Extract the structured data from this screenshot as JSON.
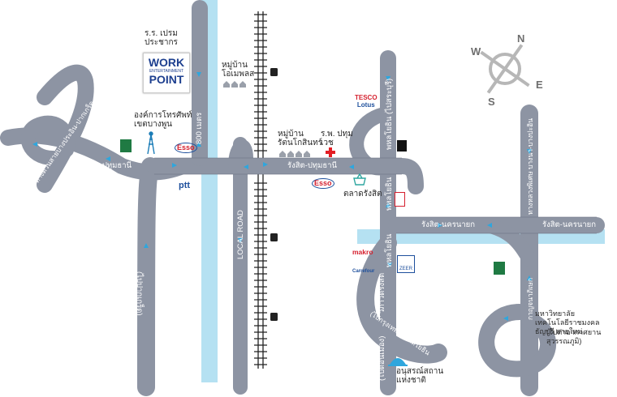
{
  "roads": {
    "rangsit_pathumthani_west": "รังสิต-ปทุมธานี",
    "rangsit_pathumthani_center": "รังสิต-ปทุมธานี",
    "rangsit_nakhonnayok_west": "รังสิต-นครนายก",
    "rangsit_nakhonnayok_east": "รังสิต-นครนายก",
    "outer_ring_vertical": "(ไปปากเกร็ด)",
    "expressway_diag": "ทางด่วนสายบางประอิน-ปากเกร็ด",
    "local_road": "LOCAL ROAD",
    "phahonyothin_north": "พหลโยธิน (ไปสระบุรี)",
    "phahonyothin_mid": "พหลโยธิน",
    "phahonyothin_mid2": "พหลโยธิน",
    "vibhavadi": "วิภาวดีรังสิต",
    "to_bangkok": "(ไปกรุงเทพฯ) พหลโยธิน",
    "to_donmueang": "(ไปดอนเมือง)",
    "motorway_east": "ทางหลวงพิเศษ บางนา-บางปะอิน",
    "kanchanaphisek": "กาญจนาภิเษก",
    "meter_800": "800 เมตร"
  },
  "places": {
    "school": "ร.ร. เปรมประชากร",
    "village1": "หมู่บ้าน โอเมพลส",
    "tot": "องค์การโทรศัพท์ เขตบางพูน",
    "village2": "หมู่บ้าน รัตนโกสินทร์",
    "hospital": "ร.พ. ปทุมเวช",
    "market": "ตลาดรังสิต",
    "monument": "อนุสรณ์สถาน แห่งชาติ",
    "university": "มหาวิทยาลัยเทคโนโลยีราชมงคลธัญบุรี สายใหม่",
    "to_airport": "(ไปท่าอากาศยาน สุวรรณภูมิ)"
  },
  "brands": {
    "workpoint_1": "WORK",
    "workpoint_2": "ENTERTAINMENT",
    "workpoint_3": "POINT",
    "esso": "Esso",
    "ptt": "ptt",
    "tesco_1": "TESCO",
    "tesco_2": "Lotus",
    "makro": "makro",
    "carrefour": "Carrefour",
    "zeer": "ZEER"
  },
  "compass": {
    "n": "N",
    "s": "S",
    "e": "E",
    "w": "W"
  },
  "colors": {
    "road": "#8d94a3",
    "road_edge": "#5f6775",
    "canal": "#b5e1f2",
    "arrow": "#2fa6dd",
    "workpoint": "#1d3f8f",
    "esso": "#d5202e",
    "green": "#1f7a43"
  }
}
